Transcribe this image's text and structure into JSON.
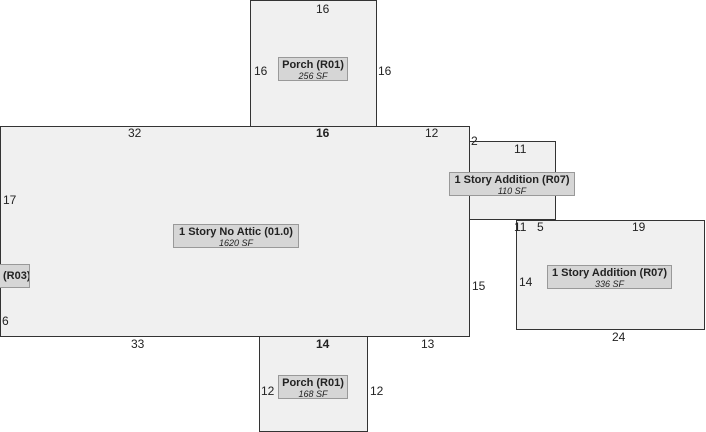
{
  "rooms": {
    "main": {
      "name": "1 Story No Attic (01.0)",
      "area": "1620 SF"
    },
    "porch_top": {
      "name": "Porch (R01)",
      "area": "256 SF"
    },
    "porch_bottom": {
      "name": "Porch (R01)",
      "area": "168 SF"
    },
    "addition_small": {
      "name": "1 Story Addition (R07)",
      "area": "110 SF"
    },
    "addition_large": {
      "name": "1 Story Addition (R07)",
      "area": "336 SF"
    },
    "partial_left": {
      "name": "(R03)"
    }
  },
  "dimensions": {
    "porch_top_top": "16",
    "porch_top_left": "16",
    "porch_top_right": "16",
    "main_top_left": "32",
    "main_top_mid": "16",
    "main_top_right": "12",
    "main_left": "17",
    "main_left_lower": "6",
    "main_right": "15",
    "main_bottom_left": "33",
    "main_bottom_mid": "14",
    "main_bottom_right": "13",
    "add_small_2": "2",
    "add_small_top": "11",
    "add_small_bottom": "11",
    "add_large_5": "5",
    "add_large_top": "19",
    "add_large_left": "14",
    "add_large_bottom": "24",
    "porch_bottom_left": "12",
    "porch_bottom_right": "12"
  }
}
